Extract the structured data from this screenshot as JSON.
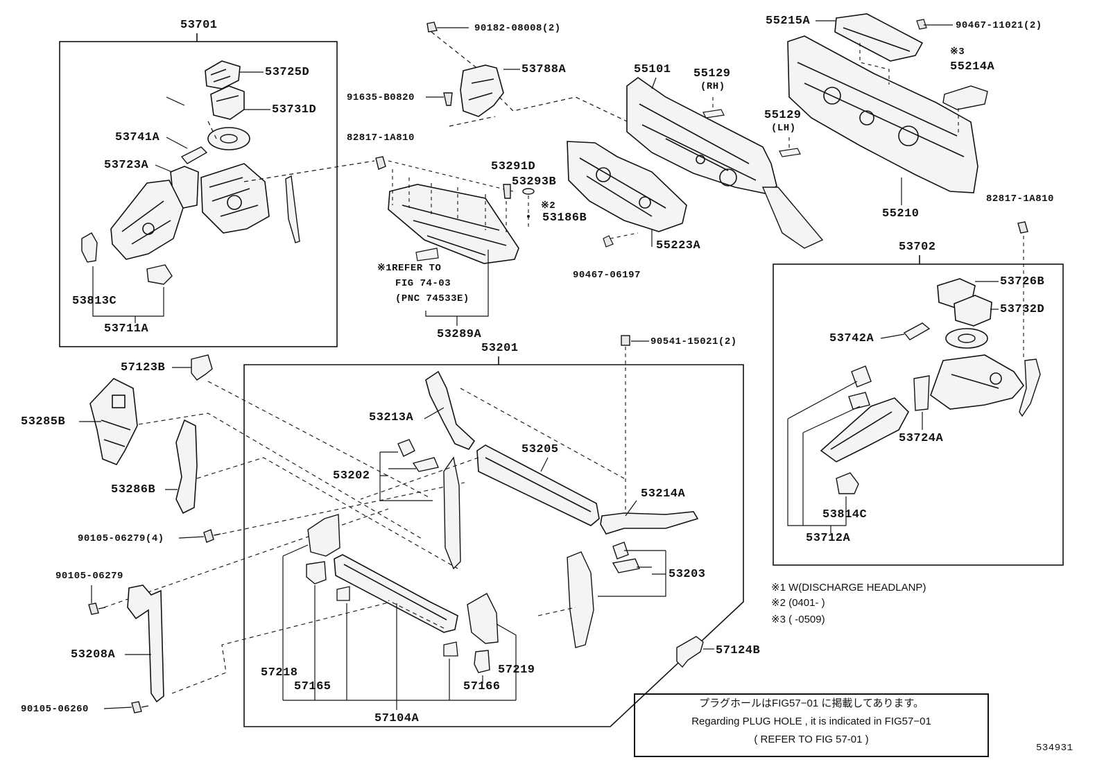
{
  "diagram_id": "534931",
  "groups": {
    "g53701": "53701",
    "g53702": "53702",
    "g53201": "53201"
  },
  "parts": {
    "p53725D": "53725D",
    "p53731D": "53731D",
    "p53741A": "53741A",
    "p53723A": "53723A",
    "p53813C": "53813C",
    "p53711A": "53711A",
    "p90182": "90182-08008(2)",
    "p53788A": "53788A",
    "p91635": "91635-B0820",
    "p82817a": "82817-1A810",
    "p53291D": "53291D",
    "p53293B": "53293B",
    "p53186B": "53186B",
    "p53289A": "53289A",
    "p55101": "55101",
    "p55129rh": "55129",
    "p55129lh": "55129",
    "p55223A": "55223A",
    "p90467a": "90467-06197",
    "p55215A": "55215A",
    "p90467b": "90467-11021(2)",
    "p55214A": "55214A",
    "p55210": "55210",
    "p82817b": "82817-1A810",
    "p53726B": "53726B",
    "p53732D": "53732D",
    "p53742A": "53742A",
    "p53724A": "53724A",
    "p53814C": "53814C",
    "p53712A": "53712A",
    "p57123B": "57123B",
    "p53285B": "53285B",
    "p53286B": "53286B",
    "p90105a": "90105-06279(4)",
    "p90105b": "90105-06279",
    "p53208A": "53208A",
    "p90105c": "90105-06260",
    "p90541": "90541-15021(2)",
    "p53213A": "53213A",
    "p53205": "53205",
    "p53202": "53202",
    "p53214A": "53214A",
    "p53203": "53203",
    "p57218": "57218",
    "p57165": "57165",
    "p57166": "57166",
    "p57219": "57219",
    "p57104A": "57104A",
    "p57124B": "57124B"
  },
  "qualifiers": {
    "rh": "(RH)",
    "lh": "(LH)",
    "mark2": "※2",
    "mark3": "※3"
  },
  "refer_note": {
    "line1": "※1REFER TO",
    "line2": "FIG 74-03",
    "line3": "(PNC 74533E)"
  },
  "footnotes": {
    "n1": "※1 W(DISCHARGE HEADLANP)",
    "n2": "※2 (0401-      )",
    "n3": "※3 (      -0509)"
  },
  "plug_note": {
    "jp": "プラグホールはFIG57−01 に掲載してあります。",
    "en": "Regarding  PLUG HOLE , it is indicated  in  FIG57−01",
    "ref": "(  REFER  TO  FIG  57-01  )"
  }
}
